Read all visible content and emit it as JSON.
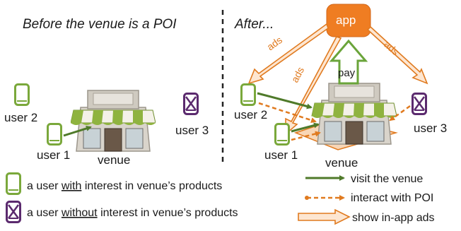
{
  "titles": {
    "before": "Before the venue is a POI",
    "after": "After..."
  },
  "labels": {
    "user1": "user 1",
    "user2": "user 2",
    "user3": "user 3",
    "venue": "venue",
    "app": "app",
    "pay": "pay",
    "ads": "ads"
  },
  "legend": {
    "with_prefix": "a user ",
    "with_word": "with",
    "with_suffix": " interest in venue’s products",
    "without_prefix": "a user ",
    "without_word": "without",
    "without_suffix": " interest in venue’s products",
    "visit": "visit the venue",
    "interact": "interact with POI",
    "ads": "show in-app ads"
  },
  "colors": {
    "green": "#7aa83b",
    "dark_green": "#4f7a2a",
    "purple": "#5b2a6e",
    "orange": "#e07a1f",
    "orange_light": "#f6c79a",
    "app_orange": "#ef7d22"
  },
  "icons": {
    "interested_user": "phone-green-icon",
    "uninterested_user": "phone-crossed-purple-icon",
    "venue": "storefront-icon",
    "app": "app-box-icon"
  }
}
